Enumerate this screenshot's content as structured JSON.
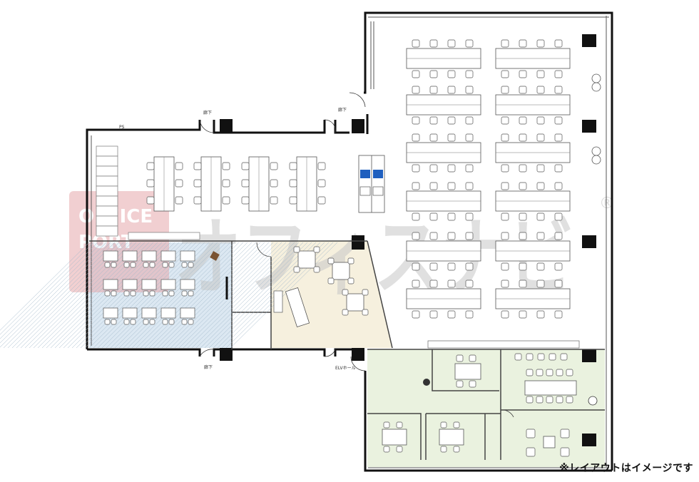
{
  "labels": {
    "corridor_top_left": "廊下",
    "corridor_top_right": "廊下",
    "corridor_bottom": "廊下",
    "ps": "PS",
    "elevator_hall": "ELVホール"
  },
  "watermark": {
    "badge_line1": "OFFICE",
    "badge_line2": "PORT",
    "brand": "オフィスナビ",
    "registered": "®"
  },
  "note": "※レイアウトはイメージです",
  "colors": {
    "wall": "#111111",
    "meeting_zone": "#dce8f2",
    "lounge_zone": "#f6f0de",
    "rooms_zone": "#eaf2df",
    "watermark_red": "#d9272e",
    "partition_blue": "#1f5fbf"
  },
  "icons": [
    "chair-icon",
    "door-swing-icon",
    "pillar-icon",
    "plant-icon"
  ]
}
